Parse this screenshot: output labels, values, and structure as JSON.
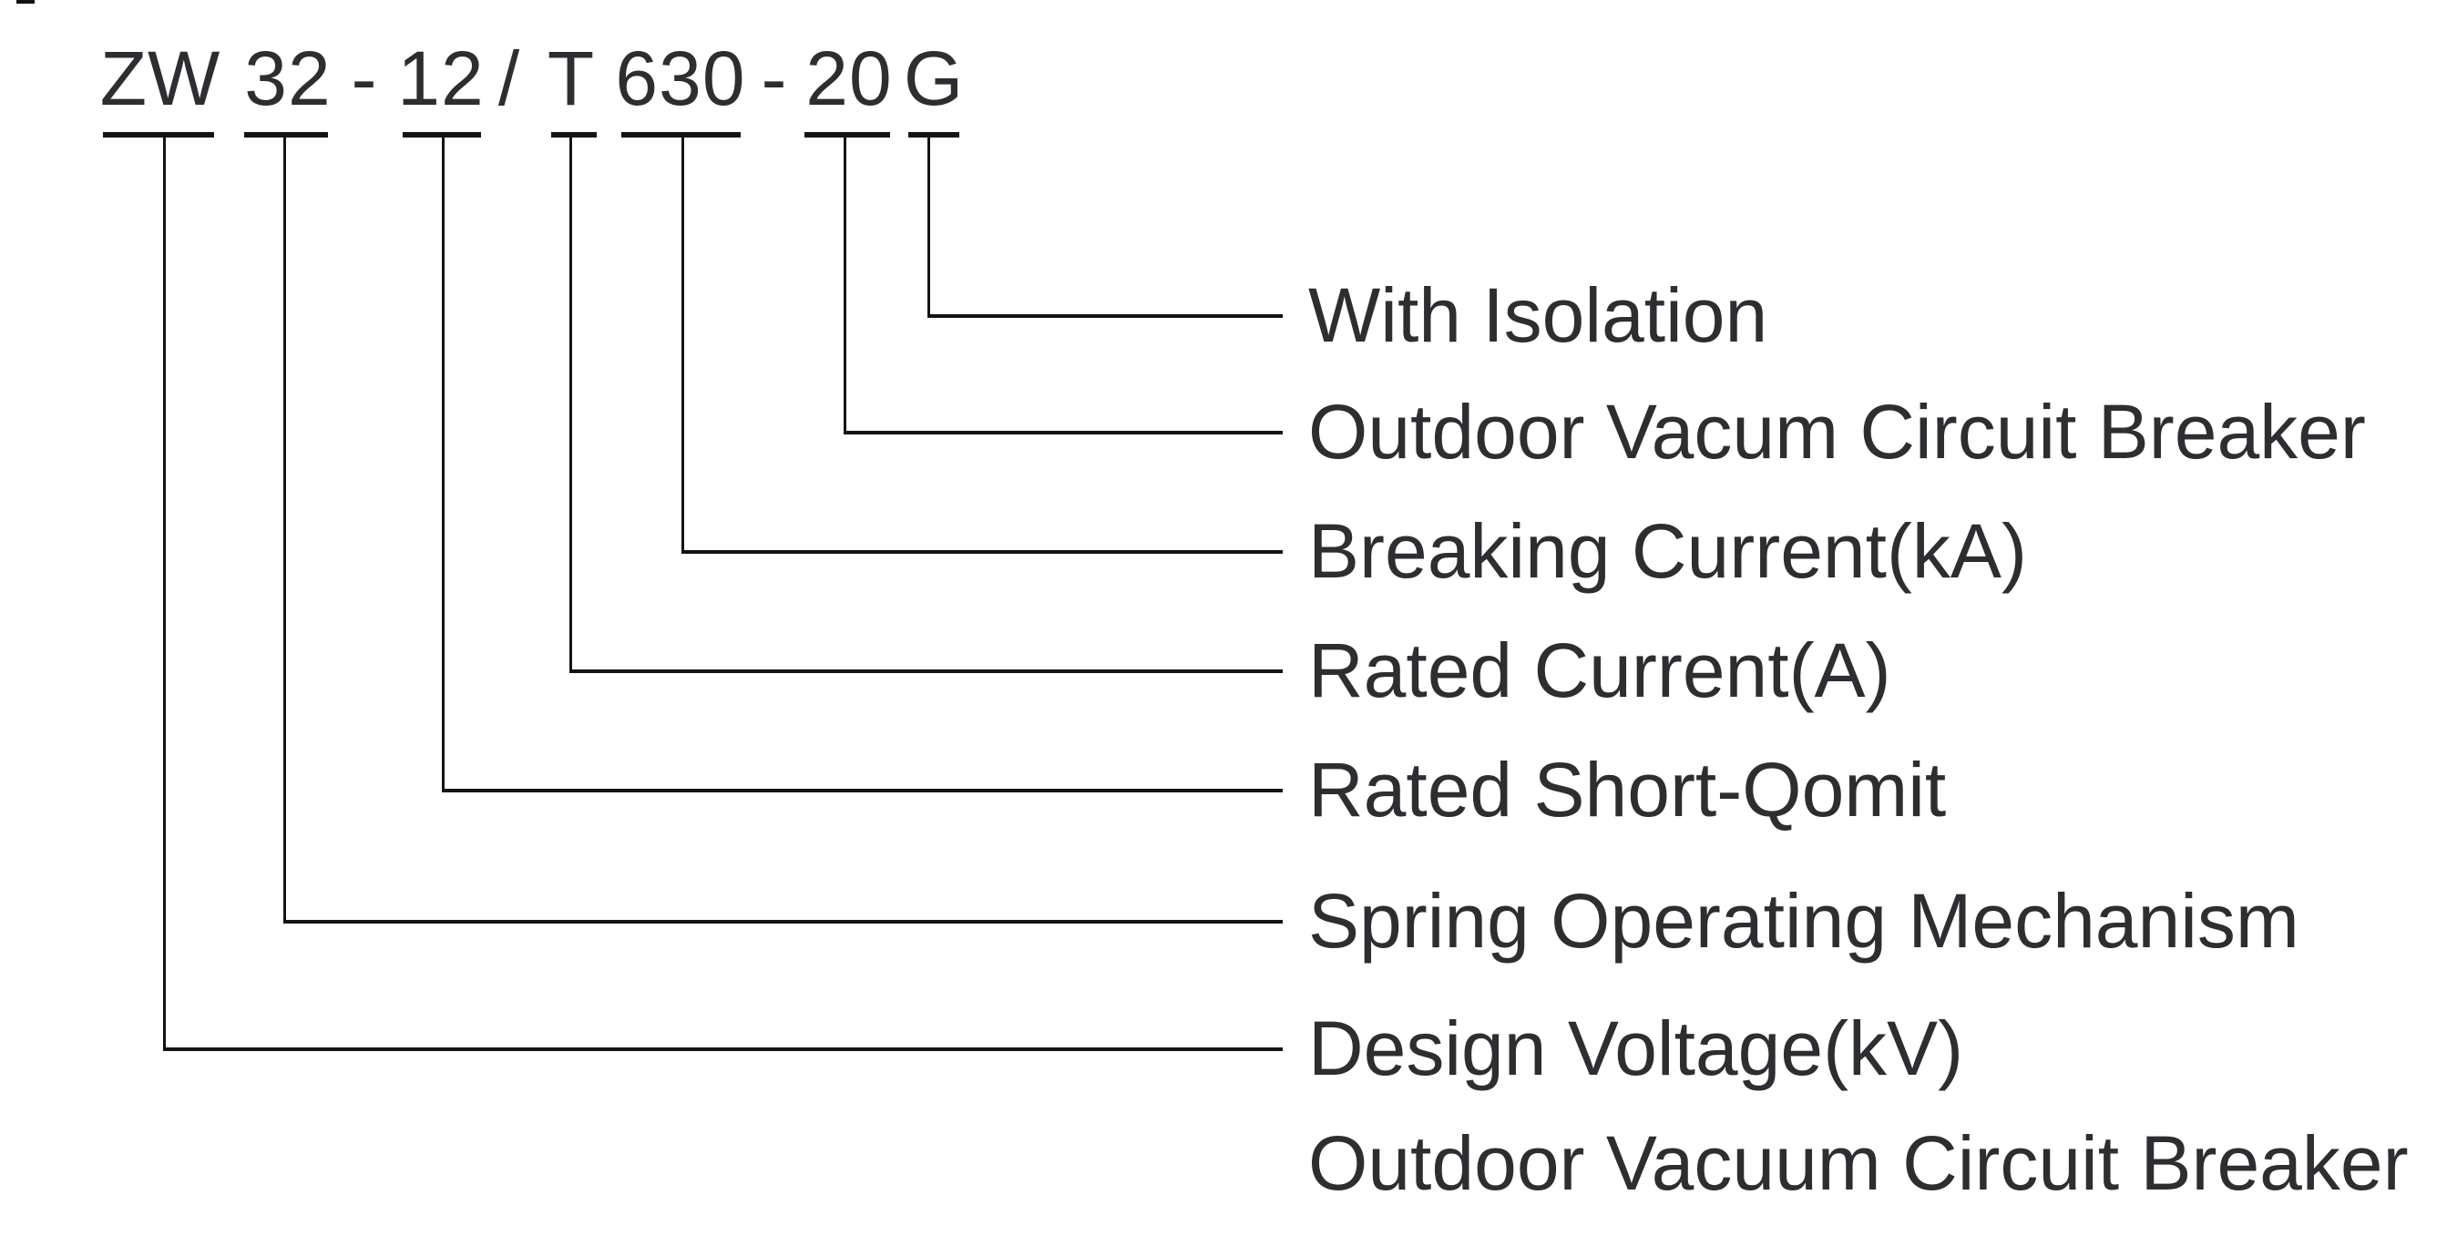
{
  "diagram": {
    "type": "model-number-designation",
    "code": {
      "full": "ZW 32 - 12 / T 630 - 20 G",
      "tokens": [
        "ZW",
        "32",
        "-",
        "12",
        "/",
        "T",
        "630",
        "-",
        "20",
        "G"
      ]
    },
    "labels": [
      "With Isolation",
      "Outdoor Vacum Circuit Breaker",
      "Breaking Current(kA)",
      "Rated Current(A)",
      "Rated Short-Qomit",
      "Spring Operating Mechanism",
      "Design Voltage(kV)",
      "Outdoor Vacuum Circuit Breaker"
    ],
    "connections": [
      {
        "code_segment": "G",
        "label": "With Isolation"
      },
      {
        "code_segment": "20",
        "label": "Outdoor Vacum Circuit Breaker"
      },
      {
        "code_segment": "630",
        "label": "Breaking Current(kA)"
      },
      {
        "code_segment": "T",
        "label": "Rated Current(A)"
      },
      {
        "code_segment": "12",
        "label": "Rated Short-Qomit"
      },
      {
        "code_segment": "32",
        "label": "Spring Operating Mechanism"
      },
      {
        "code_segment": "ZW",
        "label": "Design Voltage(kV)"
      }
    ],
    "colors": {
      "text": "#2e2e32",
      "line": "#141417",
      "background": "#ffffff"
    }
  }
}
